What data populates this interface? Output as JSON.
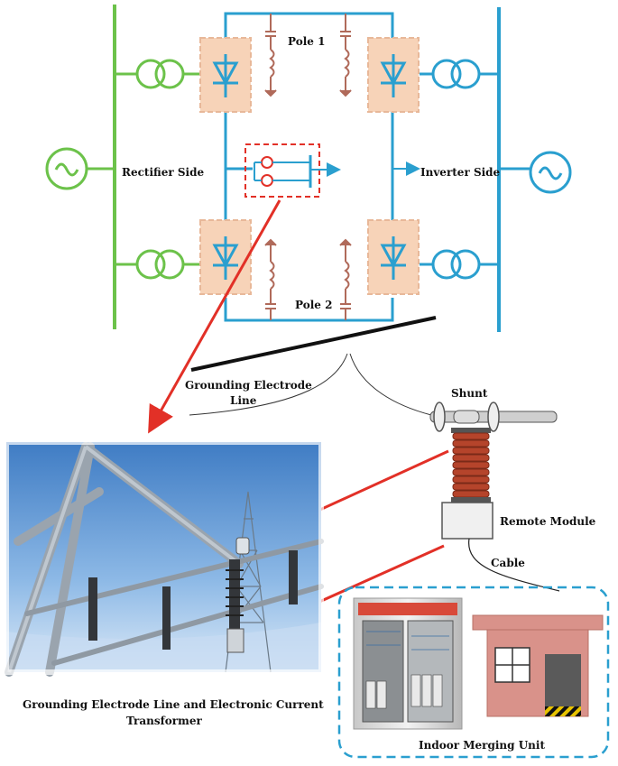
{
  "labels": {
    "pole1": "Pole 1",
    "pole2": "Pole 2",
    "rectifier_side": "Rectifier Side",
    "inverter_side": "Inverter Side",
    "grounding_line_1": "Grounding Electrode",
    "grounding_line_2": "Line",
    "shunt": "Shunt",
    "remote_module": "Remote Module",
    "cable": "Cable",
    "caption_line_1": "Grounding Electrode Line and Electronic Current",
    "caption_line_2": "Transformer",
    "indoor_merging_unit": "Indoor Merging Unit"
  },
  "colors": {
    "rectifier_bus": "#6cc24a",
    "inverter_bus": "#2a9fcf",
    "dc_line": "#2a9fcf",
    "converter_fill": "#f7d3b8",
    "reactor": "#b06a5a",
    "callout_red": "#e23027",
    "house_wall": "#d9928a",
    "house_door": "#5a5a5a",
    "coil": "#b5442b",
    "dashed_frame": "#2a9fcf"
  }
}
